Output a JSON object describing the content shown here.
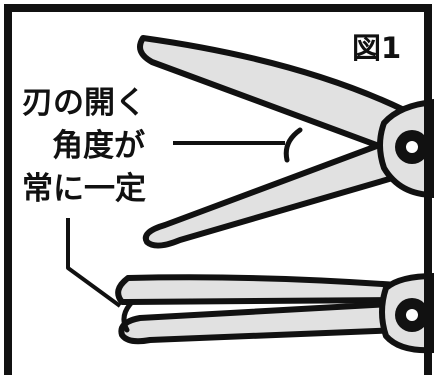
{
  "figure": {
    "label": "図1",
    "caption_lines": [
      "刃の開く",
      "角度が",
      "常に一定"
    ]
  },
  "colors": {
    "frame": "#111111",
    "blade_fill": "#e1e1e1",
    "background": "#ffffff",
    "outline": "#111111"
  }
}
